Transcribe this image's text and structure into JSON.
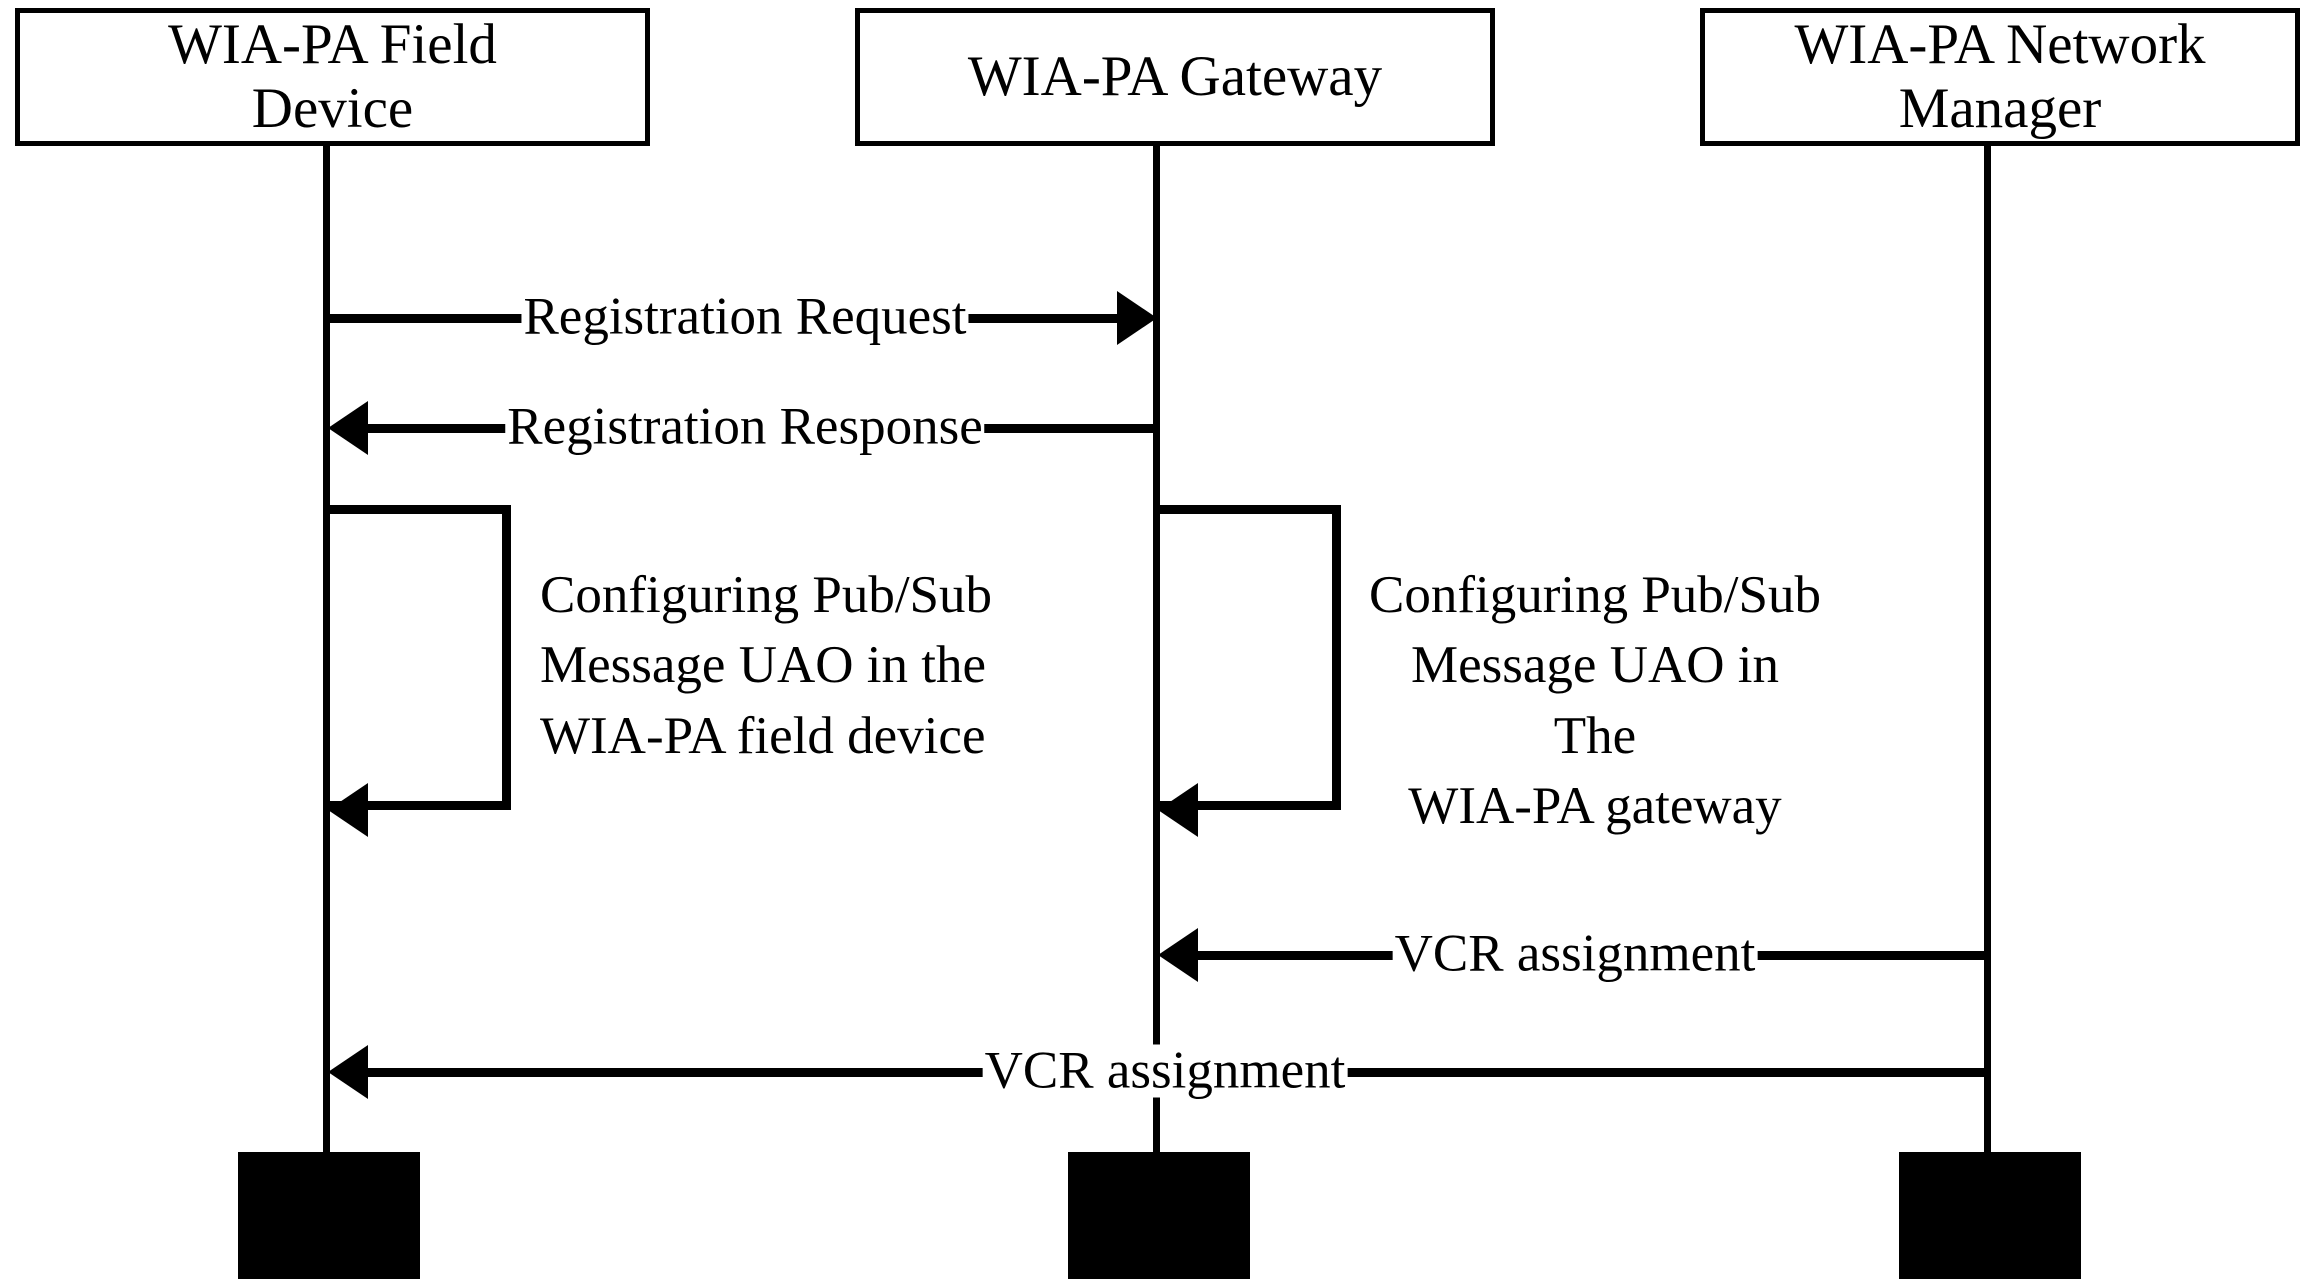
{
  "diagram": {
    "type": "uml-sequence-diagram",
    "background_color": "#ffffff",
    "line_color": "#000000"
  },
  "participants": [
    {
      "id": "field-device",
      "label": "WIA-PA Field\nDevice"
    },
    {
      "id": "gateway",
      "label": "WIA-PA Gateway"
    },
    {
      "id": "network-manager",
      "label": "WIA-PA Network\nManager"
    }
  ],
  "messages": [
    {
      "id": "registration-request",
      "label": "Registration Request",
      "from": "field-device",
      "to": "gateway",
      "direction": "right"
    },
    {
      "id": "registration-response",
      "label": "Registration Response",
      "from": "gateway",
      "to": "field-device",
      "direction": "left"
    },
    {
      "id": "vcr-assignment-gateway",
      "label": "VCR assignment",
      "from": "network-manager",
      "to": "gateway",
      "direction": "left"
    },
    {
      "id": "vcr-assignment-device",
      "label": "VCR assignment",
      "from": "network-manager",
      "to": "field-device",
      "direction": "left"
    }
  ],
  "self_calls": [
    {
      "id": "configure-field-device",
      "on": "field-device",
      "label": "Configuring Pub/Sub\nMessage UAO in the\nWIA-PA field device"
    },
    {
      "id": "configure-gateway",
      "on": "gateway",
      "label": "Configuring Pub/Sub\nMessage UAO in The\nWIA-PA gateway"
    }
  ],
  "terminations": [
    {
      "id": "termination-field-device",
      "on": "field-device"
    },
    {
      "id": "termination-gateway",
      "on": "gateway"
    },
    {
      "id": "termination-network-manager",
      "on": "network-manager"
    }
  ]
}
